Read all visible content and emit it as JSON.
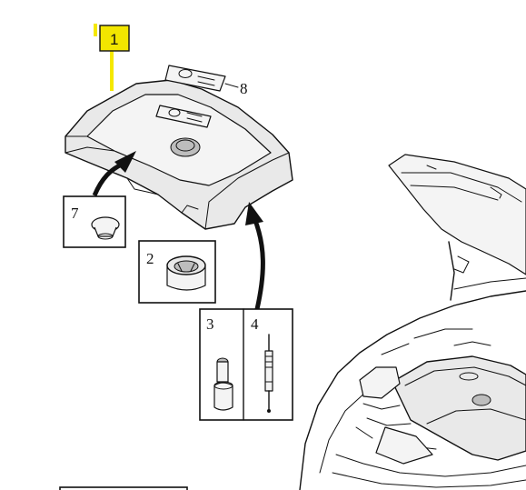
{
  "callouts": {
    "c1": "1",
    "c2": "2",
    "c3": "3",
    "c4": "4",
    "c7": "7",
    "c8": "8"
  },
  "colors": {
    "highlight_fill": "#f2e600",
    "highlight_line": "#f5e800",
    "line": "#111111",
    "shade": "#e9e9e9"
  }
}
